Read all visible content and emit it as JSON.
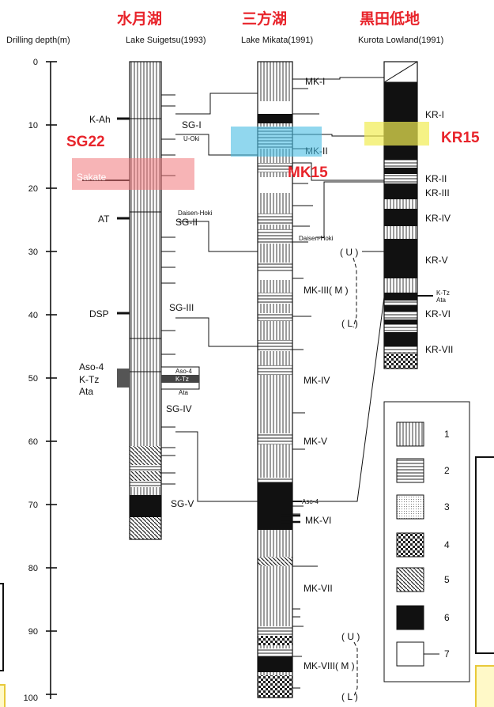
{
  "titles": {
    "suigetsu_jp": "水月湖",
    "mikata_jp": "三方湖",
    "kurota_jp": "黒田低地",
    "suigetsu_en": "Lake Suigetsu(1993)",
    "mikata_en": "Lake Mikata(1991)",
    "kurota_en": "Kurota Lowland(1991)"
  },
  "axis": {
    "label": "Drilling depth(m)",
    "ticks": [
      "0",
      "10",
      "20",
      "30",
      "40",
      "50",
      "60",
      "70",
      "80",
      "90",
      "100"
    ]
  },
  "suigetsu": {
    "tephra": [
      "K-Ah",
      "AT",
      "DSP",
      "Aso-4",
      "K-Tz",
      "Ata"
    ],
    "units": [
      "SG-I",
      "SG-II",
      "SG-III",
      "SG-IV",
      "SG-V"
    ],
    "small": [
      "U-Oki",
      "Daisen-Hoki",
      "Aso-4",
      "K-Tz",
      "Ata"
    ]
  },
  "mikata": {
    "units": [
      "MK-I",
      "MK-II",
      "MK-III( M )",
      "MK-IV",
      "MK-V",
      "MK-VI",
      "MK-VII",
      "MK-VIII( M )"
    ],
    "sub": [
      "( U )",
      "( L )",
      "( U )",
      "( L )"
    ],
    "small": [
      "Daisen-Hoki",
      "Aso-4"
    ]
  },
  "kurota": {
    "units": [
      "KR-I",
      "KR-II",
      "KR-III",
      "KR-IV",
      "KR-V",
      "KR-VI",
      "KR-VII"
    ],
    "sub_u": "( U )",
    "small": [
      "K-Tz",
      "Ata"
    ]
  },
  "highlights": {
    "sg22": "SG22",
    "sakate": "Sakate",
    "mk15": "MK15",
    "kr15": "KR15"
  },
  "legend": [
    "1",
    "2",
    "3",
    "4",
    "5",
    "6",
    "7"
  ]
}
